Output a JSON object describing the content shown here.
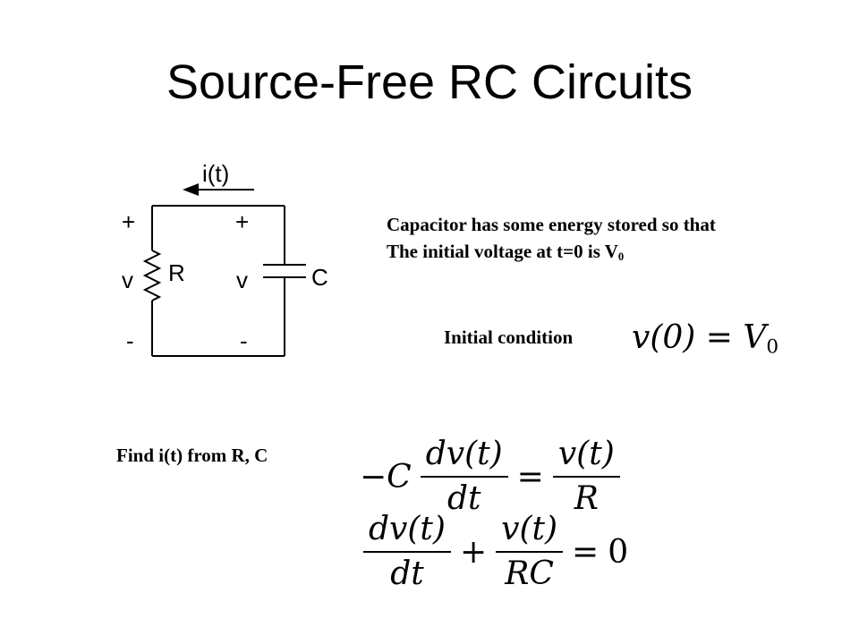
{
  "title": "Source-Free RC Circuits",
  "circuit": {
    "current_label": "i(t)",
    "left_plus": "+",
    "right_plus": "+",
    "left_v": "v",
    "right_v": "v",
    "left_minus": "-",
    "right_minus": "-",
    "resistor_label": "R",
    "capacitor_label": "C"
  },
  "description": {
    "line1": "Capacitor has some energy stored so that",
    "line2_text": "The initial voltage at t=0 is V",
    "line2_sub": "0"
  },
  "initial_condition": {
    "label": "Initial condition",
    "lhs": "v(0)",
    "eq": "=",
    "rhs": "V",
    "rhs_sub": "0"
  },
  "find_label": "Find i(t) from R, C",
  "equation1": {
    "prefix": "−C",
    "num1": "dv(t)",
    "den1": "dt",
    "eq": "=",
    "num2": "v(t)",
    "den2": "R"
  },
  "equation2": {
    "num1": "dv(t)",
    "den1": "dt",
    "plus": "+",
    "num2": "v(t)",
    "den2": "RC",
    "eq": "=",
    "rhs": "0"
  }
}
